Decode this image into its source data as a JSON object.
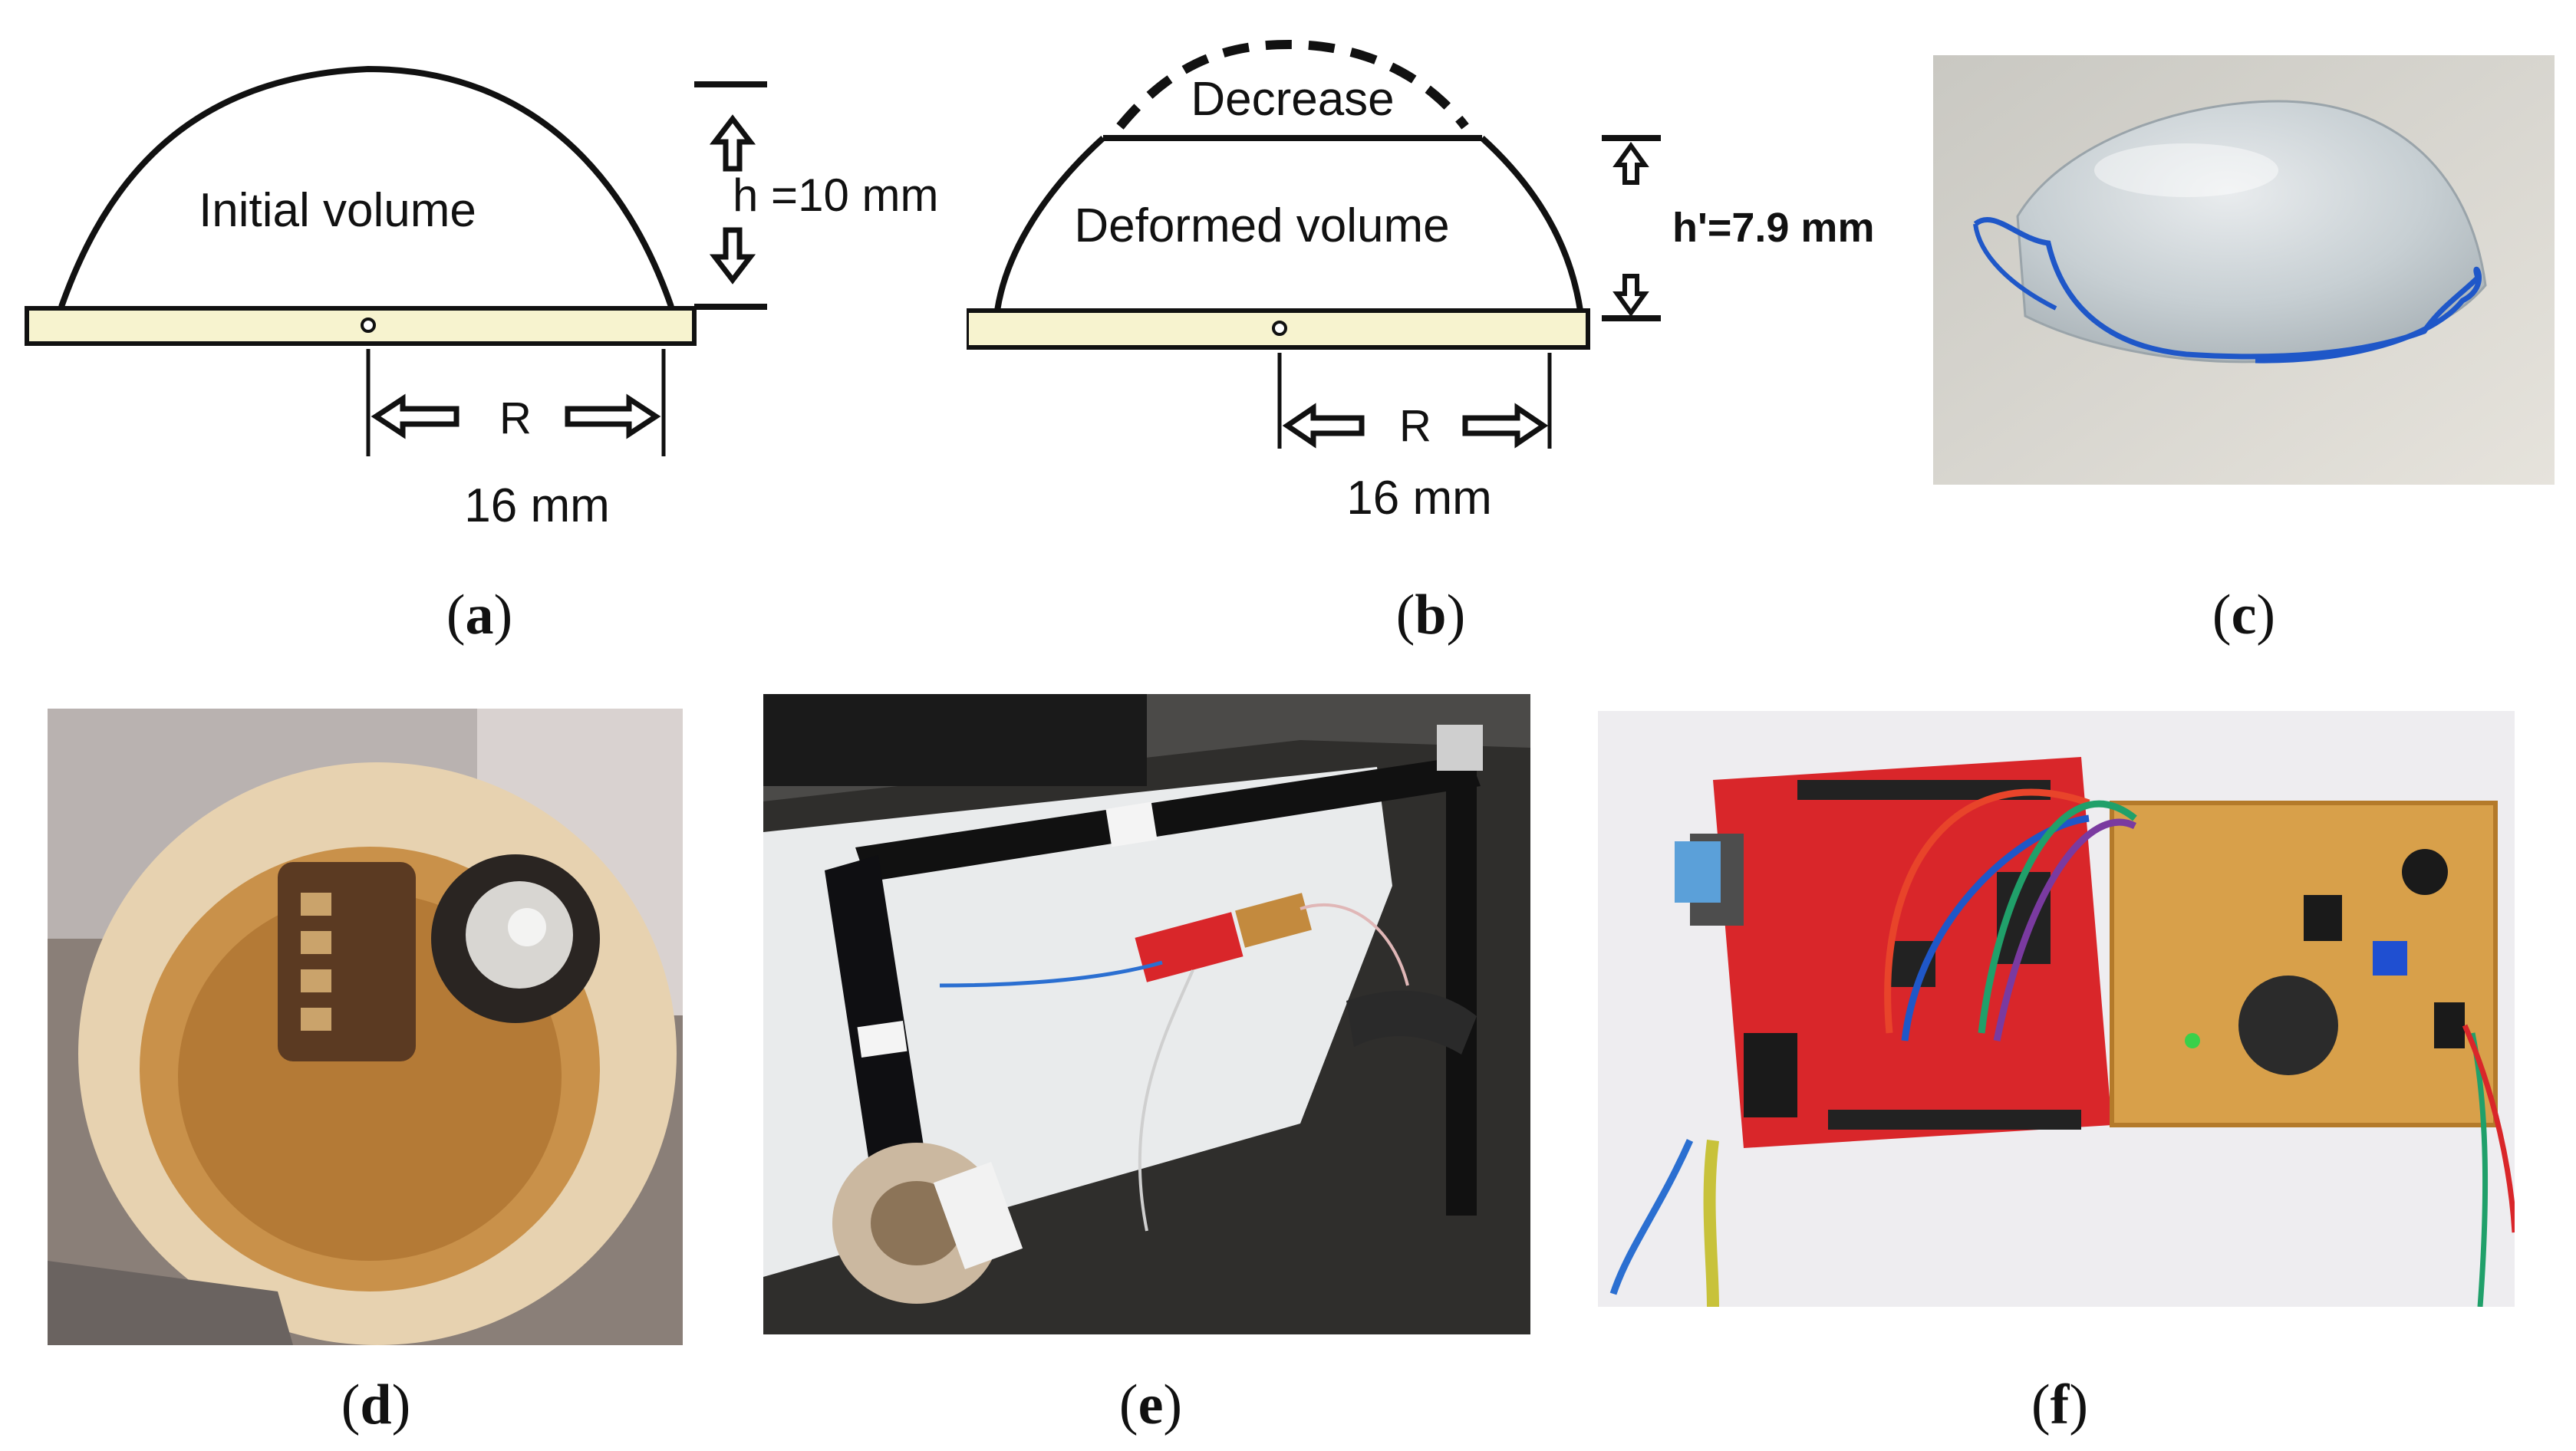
{
  "panels": {
    "a": {
      "caption_letter": "a",
      "dome_label": "Initial volume",
      "height_label": "h =10 mm",
      "radius_label": "R",
      "radius_value": "16 mm"
    },
    "b": {
      "caption_letter": "b",
      "removed_label": "Decrease",
      "dome_label": "Deformed volume",
      "height_label": "h'=7.9 mm",
      "radius_label": "R",
      "radius_value": "16 mm"
    },
    "c": {
      "caption_letter": "c",
      "content": "silicone-dome-photo"
    },
    "d": {
      "caption_letter": "d",
      "content": "sensor-capsule-photo"
    },
    "e": {
      "caption_letter": "e",
      "content": "test-rig-photo"
    },
    "f": {
      "caption_letter": "f",
      "content": "circuit-board-photo"
    }
  },
  "colors": {
    "base_plate": "#f7f3cf",
    "outline": "#111111",
    "pcb_red": "#d9262a",
    "pcb_board": "#d8a04a",
    "wire_blue": "#1f57c8",
    "wire_green": "#20a06a"
  }
}
